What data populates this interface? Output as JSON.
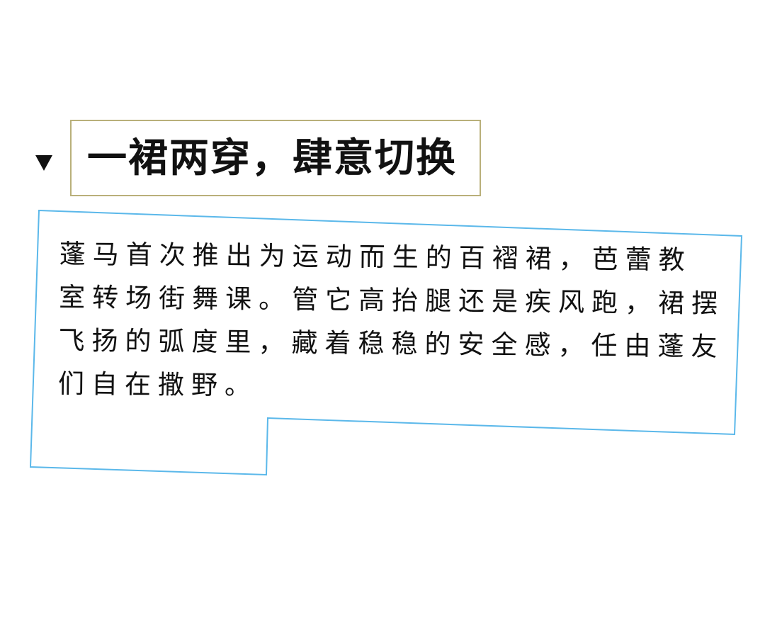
{
  "heading": {
    "title": "一裙两穿，肆意切换"
  },
  "description": {
    "lines": [
      "蓬马首次推出为运动而生的百褶裙，芭蕾教",
      "室转场街舞课。管它高抬腿还是疾风跑，裙摆",
      "飞扬的弧度里，藏着稳稳的安全感，任由蓬友",
      "们自在撒野。"
    ]
  },
  "colors": {
    "heading_border": "#b9b07a",
    "frame_border": "#5bb8ea",
    "text": "#111111",
    "background": "#ffffff"
  },
  "icons": {
    "marker": "triangle-down-icon"
  }
}
